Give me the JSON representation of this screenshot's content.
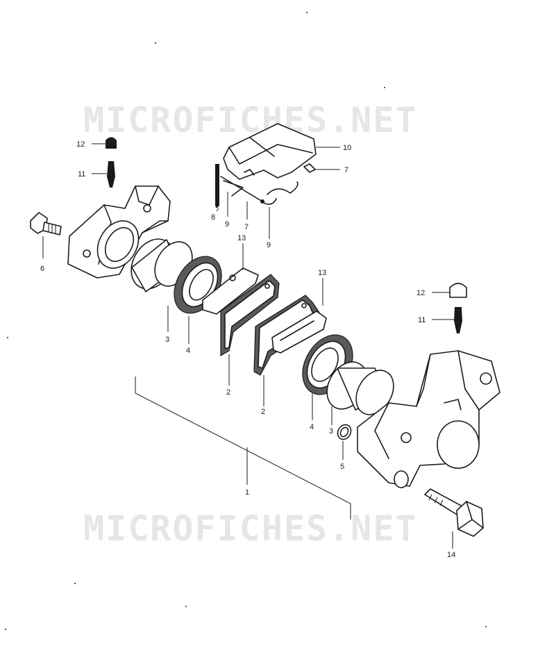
{
  "watermark": {
    "top": "MICROFICHES.NET",
    "bottom": "MICROFICHES.NET"
  },
  "callouts": {
    "l1": "1",
    "l2a": "2",
    "l2b": "2",
    "l3a": "3",
    "l3b": "3",
    "l4a": "4",
    "l4b": "4",
    "l5": "5",
    "l6": "6",
    "l7a": "7",
    "l7b": "7",
    "l8": "8",
    "l9a": "9",
    "l9b": "9",
    "l10": "10",
    "l11a": "11",
    "l11b": "11",
    "l12a": "12",
    "l12b": "12",
    "l13a": "13",
    "l13b": "13",
    "l14": "14"
  }
}
